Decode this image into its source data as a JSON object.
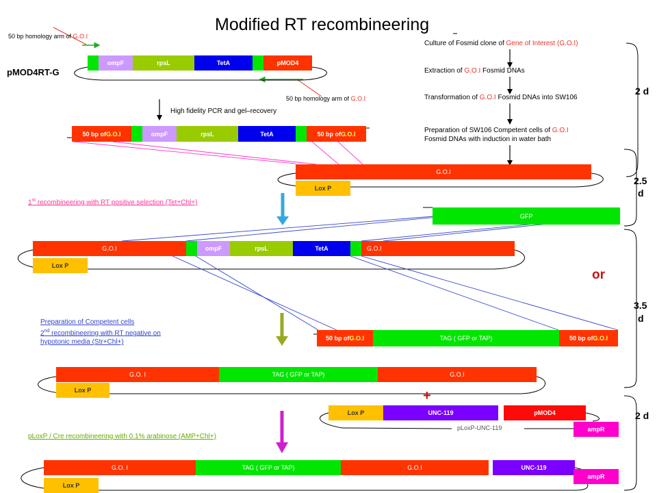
{
  "title": "Modified  RT  recombineering",
  "colors": {
    "red": "#ff3300",
    "green": "#00e600",
    "olive": "#99cc00",
    "lavender": "#cc99ff",
    "blue": "#0000ee",
    "magenta": "#ff00cc",
    "purple": "#7a00ff",
    "orange": "#ffc000",
    "pink": "#ff3399",
    "cyan": "#3399ff",
    "dark_green": "#669900"
  },
  "top": {
    "homology_top_prefix": "50 bp homology arm of ",
    "goi": "G.O.I",
    "plasmid_name": "pMOD4RT-G",
    "homology_bottom_prefix": "50 bp homology arm  of ",
    "pcr_label": "High fidelity PCR and gel–recovery",
    "segs": {
      "ompF": "ompF",
      "rpsL": "rpsL",
      "TetA": "TetA",
      "pMOD4": "pMOD4"
    }
  },
  "cassette": {
    "bp50_prefix": "50 bp of ",
    "goi": "G.O.I"
  },
  "steps": {
    "s1_prefix": "Culture of Fosmid clone of ",
    "s1_red": "Gene of Interest (G.O.I)",
    "s2_prefix": "Extraction of ",
    "s2_red": "G.O.I",
    "s2_suffix": " Fosmid  DNAs",
    "s3_prefix": "Transformation of ",
    "s3_red": "G.O.I",
    "s3_suffix": " Fosmid DNAs into SW106",
    "s4_line1_prefix": "Preparation of  SW106 Competent  cells of ",
    "s4_red": "G.O.I",
    "s4_line2": "Fosmid DNAs with induction  in water bath"
  },
  "durations": {
    "d1": "2 d",
    "d2a": "2.5",
    "d2b": "d",
    "d3a": "3.5",
    "d3b": "d",
    "d4": "2 d"
  },
  "fosmid": {
    "goi_dots": "G.O.I",
    "goi_spaced": "G.O. I",
    "lox": "Lox P",
    "gfp": "GFP"
  },
  "rec1": {
    "sup": "st",
    "prefix": "1",
    "text": "  recombineering with RT positive selection (Tet+Chl+)"
  },
  "rec2": {
    "line1": "Preparation of Competent cells",
    "line2_prefix": "2",
    "line2_sup": "nd",
    "line2_text": " recombineering with  RT negative on",
    "line3": "hypotonic  media (Str+Chl+)"
  },
  "or_label": "or",
  "tag_label": "TAG ( GFP or TAP)",
  "plus": "+",
  "ploxp": {
    "unc": "UNC-119",
    "pmod4": "pMOD4",
    "ampR": "ampR",
    "name": "pLoxP-UNC-119"
  },
  "rec3": {
    "text": "pLoxP / Cre recombineering with 0.1% arabinose (AMP+Chl+)"
  }
}
